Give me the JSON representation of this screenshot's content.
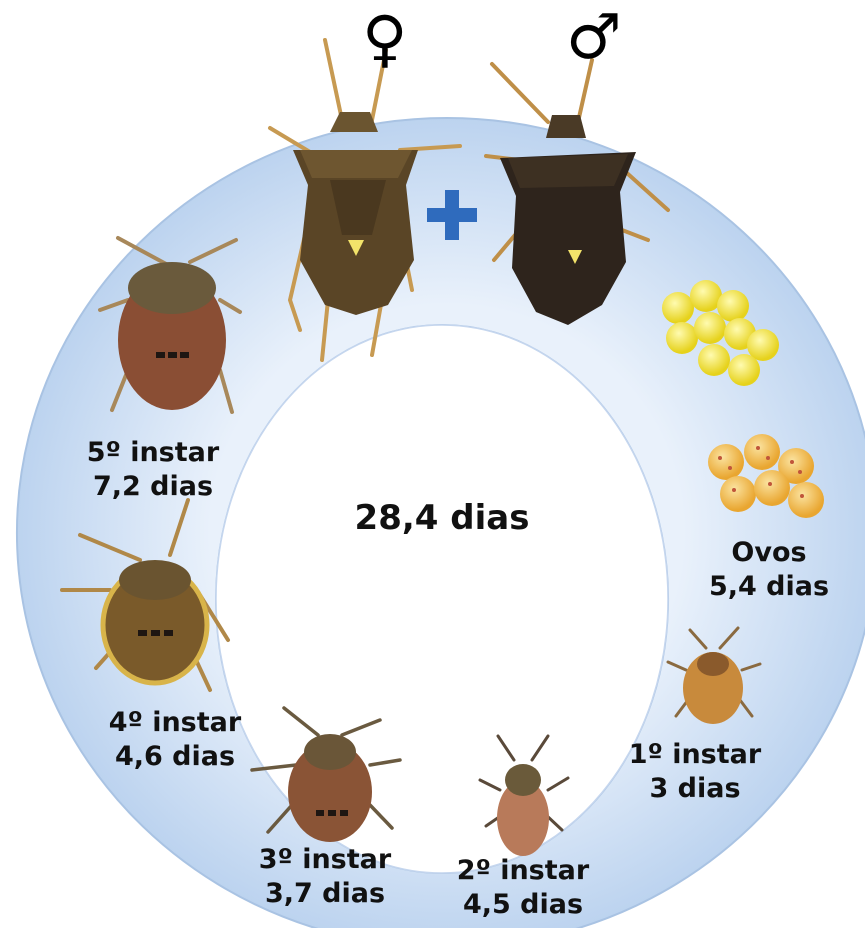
{
  "title": "",
  "symbols": {
    "female": "♀",
    "male": "♂",
    "plus": "+"
  },
  "total": "28,4 dias",
  "stages": [
    {
      "name": "Ovos",
      "duration": "5,4 dias"
    },
    {
      "name": "1º instar",
      "duration": "3 dias"
    },
    {
      "name": "2º instar",
      "duration": "4,5 dias"
    },
    {
      "name": "3º instar",
      "duration": "3,7 dias"
    },
    {
      "name": "4º instar",
      "duration": "4,6 dias"
    },
    {
      "name": "5º instar",
      "duration": "7,2 dias"
    }
  ],
  "colors": {
    "ring_outer": "#c7dbf2",
    "ring_inner": "#e9f1fb",
    "ring_stroke": "#a9c3e3",
    "plus": "#2f6bbd",
    "egg_fresh": "#f5e64a",
    "egg_mature": "#f0b43a",
    "bug_adult_female": "#5a4526",
    "bug_adult_male": "#2e241c",
    "bug_nymph": "#7a4a2e"
  },
  "icons": [
    "female-symbol-icon",
    "male-symbol-icon",
    "plus-icon"
  ]
}
